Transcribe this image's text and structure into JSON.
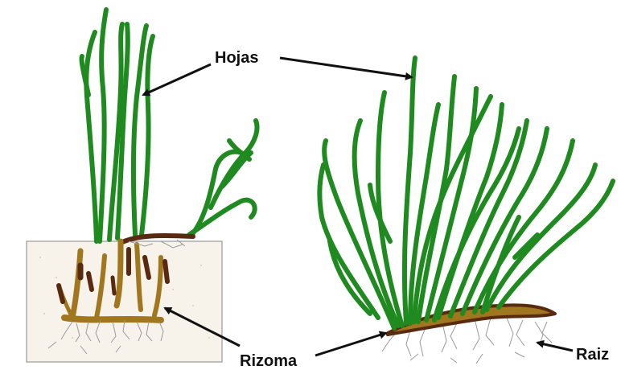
{
  "labels": {
    "leaves": "Hojas",
    "rhizome": "Rizoma",
    "root": "Raiz"
  },
  "colors": {
    "leaf": "#1f8a1f",
    "rhizome": "#a0761f",
    "rhizome_dark": "#5a2a10",
    "soil_fill": "#f7f3ea",
    "soil_border": "#999999",
    "root_line": "#9a9a9a",
    "arrow": "#111111"
  }
}
